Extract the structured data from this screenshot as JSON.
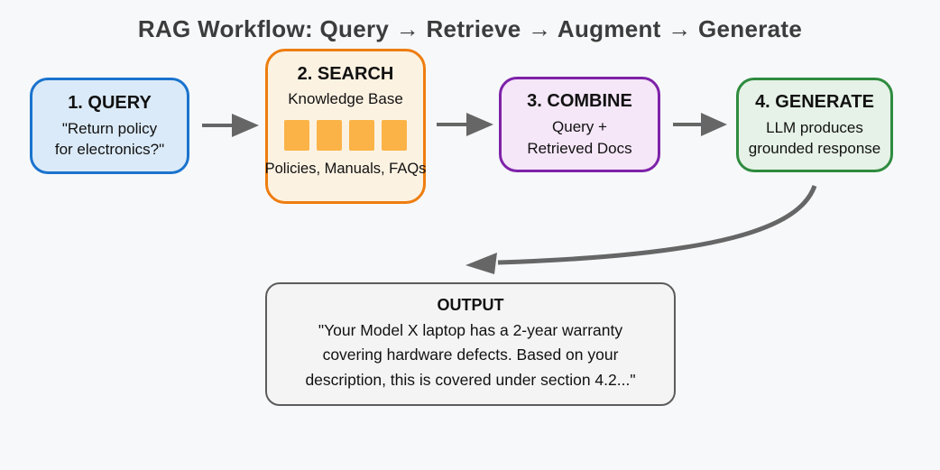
{
  "title": "RAG Workflow: Query → Retrieve → Augment → Generate",
  "colors": {
    "background": "#f7f8fa",
    "title_text": "#3c3c3c",
    "arrow": "#666666",
    "box_text": "#111111"
  },
  "steps": [
    {
      "heading": "1. QUERY",
      "lines": [
        "\"Return policy",
        "for electronics?\""
      ],
      "colors": {
        "border": "#1a73cd",
        "fill": "#dbeaf8"
      }
    },
    {
      "heading": "2. SEARCH",
      "subtitle": "Knowledge Base",
      "kb_squares": 4,
      "caption": "Policies, Manuals, FAQs",
      "colors": {
        "border": "#ee7d0f",
        "fill": "#fcf2e2",
        "square": "#fbb347"
      }
    },
    {
      "heading": "3. COMBINE",
      "lines": [
        "Query +",
        "Retrieved Docs"
      ],
      "colors": {
        "border": "#7e22a9",
        "fill": "#f5e6f8"
      }
    },
    {
      "heading": "4. GENERATE",
      "lines": [
        "LLM produces",
        "grounded response"
      ],
      "colors": {
        "border": "#2e8b3e",
        "fill": "#e6f2e7"
      }
    }
  ],
  "output": {
    "heading": "OUTPUT",
    "lines": [
      "\"Your Model X laptop has a 2-year warranty",
      "covering hardware defects. Based on your",
      "description, this is covered under section 4.2...\""
    ],
    "colors": {
      "border": "#5c5c5c",
      "fill": "#f4f4f4"
    }
  }
}
